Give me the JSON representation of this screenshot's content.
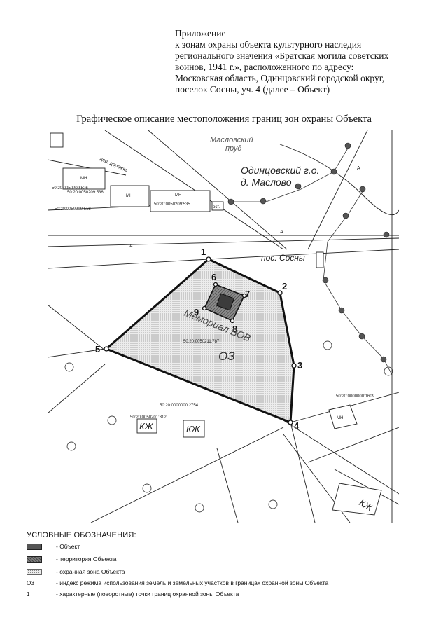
{
  "header": {
    "lines": [
      "Приложение",
      "к зонам охраны объекта культурного наследия",
      "регионального значения «Братская могила советских",
      "воинов, 1941 г.», расположенного по адресу:",
      "Московская область, Одинцовский городской округ,",
      "поселок Сосны, уч. 4 (далее – Объект)"
    ]
  },
  "title": "Графическое описание местоположения границ зон охраны Объекта",
  "map": {
    "labels": {
      "pond": [
        "Масловский",
        "пруд"
      ],
      "district": "Одинцовский г.о.",
      "village": "д. Маслово",
      "settlement": "пос. Сосны",
      "memorial": "Мемориал ВОВ",
      "zone": "ОЗ",
      "road": "дер. дорожка",
      "a1": "А",
      "a2": "А",
      "a3": "А",
      "mn1": "МН",
      "mn2": "МН",
      "mn3": "МН",
      "mn4": "МН",
      "ost": "ост.",
      "kzh1": "КЖ",
      "kzh2": "КЖ",
      "kzh3": "КЖ",
      "cad1": "50:20:0050209:526",
      "cad2": "50:20:0050209:536",
      "cad3": "50:20:0050209:535",
      "cad4": "50:20:0050209:518",
      "cad5": "50:20:0050211:787",
      "cad6": "50:20:0000000:2754",
      "cad7": "50:20:0050201:312",
      "cad8": "50:20:0000000:1609"
    },
    "points": [
      "1",
      "2",
      "3",
      "4",
      "5",
      "6",
      "7",
      "8",
      "9"
    ]
  },
  "legend": {
    "title": "УСЛОВНЫЕ ОБОЗНАЧЕНИЯ:",
    "items": [
      {
        "symbol": "",
        "text": "- Объект"
      },
      {
        "symbol": "",
        "text": "- территория Объекта"
      },
      {
        "symbol": "",
        "text": "- охранная зона Объекта"
      },
      {
        "symbol": "ОЗ",
        "text": "- индекс режима использования земель и земельных участков в границах охранной зоны Объекта"
      },
      {
        "symbol": "1",
        "text": "- характерные (поворотные) точки границ охранной зоны Объекта"
      }
    ]
  },
  "colors": {
    "zone_fill": "#e6e6e6",
    "territory": "#7a7a7a",
    "object": "#3c3c3c",
    "tree": "#444444"
  }
}
